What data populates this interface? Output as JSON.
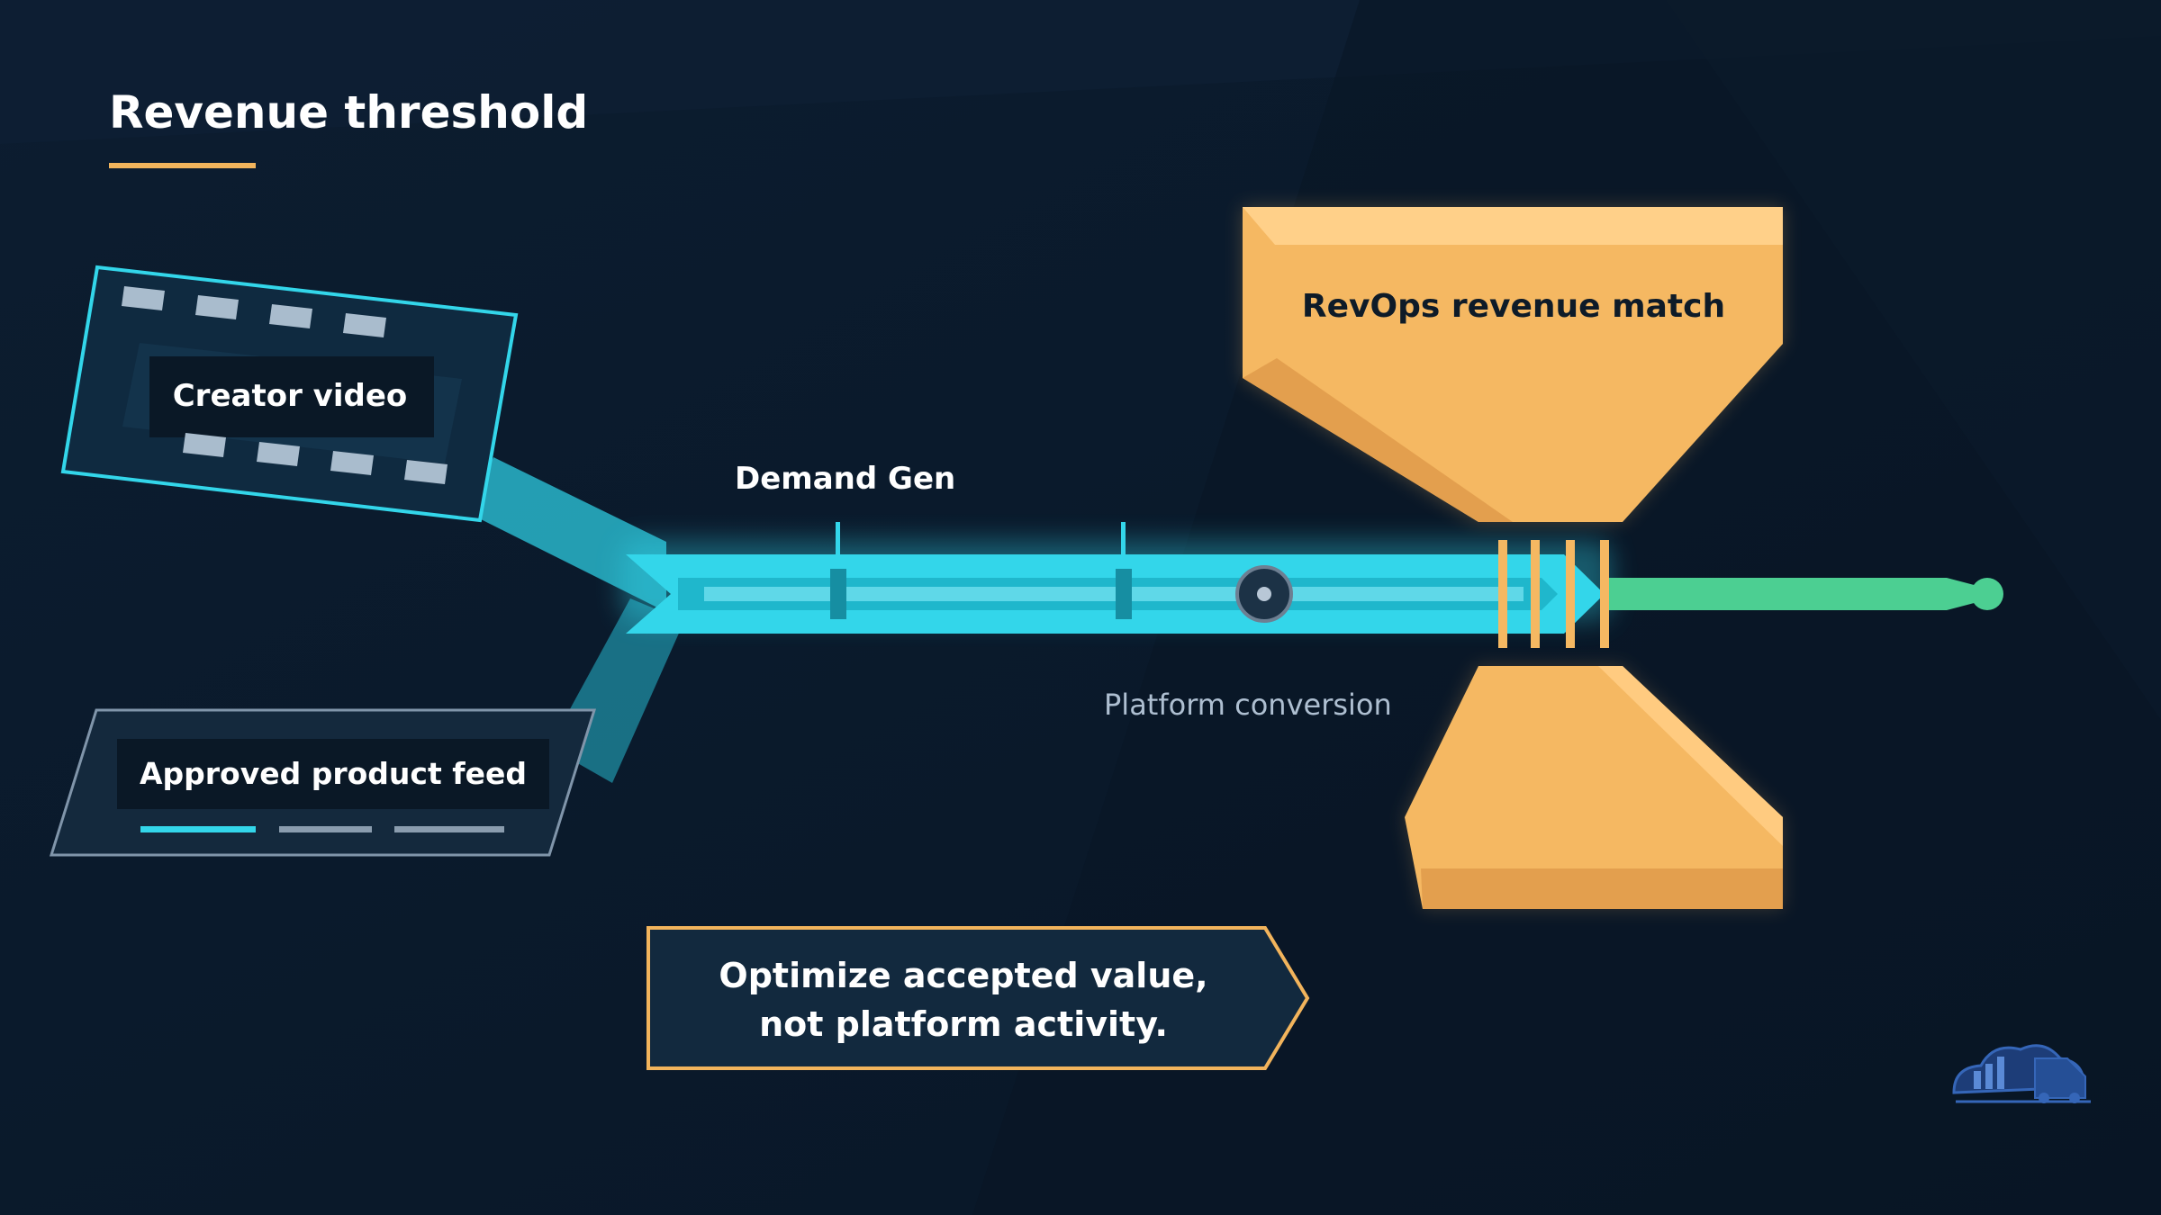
{
  "title": "Revenue threshold",
  "inputs": {
    "creator_video": "Creator video",
    "product_feed": "Approved product feed"
  },
  "pipeline": {
    "stage_label": "Demand Gen",
    "marker_label": "Platform conversion"
  },
  "gate": {
    "label": "RevOps revenue match"
  },
  "callout": {
    "line1": "Optimize accepted value,",
    "line2": "not platform activity."
  },
  "logo": {
    "icon": "cloud-chart-truck-logo"
  },
  "colors": {
    "background": "#0a1a2c",
    "pipe": "#33d6ea",
    "gate": "#f5b862",
    "output": "#4ccf92",
    "accent": "#f2b45c"
  }
}
